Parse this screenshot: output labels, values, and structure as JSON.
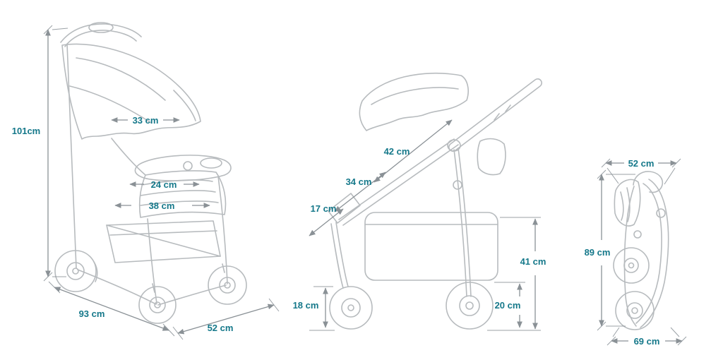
{
  "page": {
    "background": "#ffffff"
  },
  "colors": {
    "dimension_text": "#15788a",
    "dimension_line": "#8a9196",
    "drawing_line": "#b7bbbe"
  },
  "views": [
    {
      "id": "stroller-open-side-view",
      "dims": {
        "overall_height": "101cm",
        "canopy_width": "33 cm",
        "seat_inner_width": "24 cm",
        "seat_outer_width": "38 cm",
        "overall_length": "93 cm",
        "overall_width": "52 cm"
      }
    },
    {
      "id": "stroller-open-profile-view",
      "dims": {
        "frame_upper": "42 cm",
        "frame_mid": "34 cm",
        "footrest": "17 cm",
        "body_height": "41 cm",
        "front_wheel": "18 cm",
        "rear_wheel": "20 cm"
      }
    },
    {
      "id": "stroller-folded-view",
      "dims": {
        "folded_width": "52 cm",
        "folded_height": "89 cm",
        "folded_length": "69 cm"
      }
    }
  ]
}
